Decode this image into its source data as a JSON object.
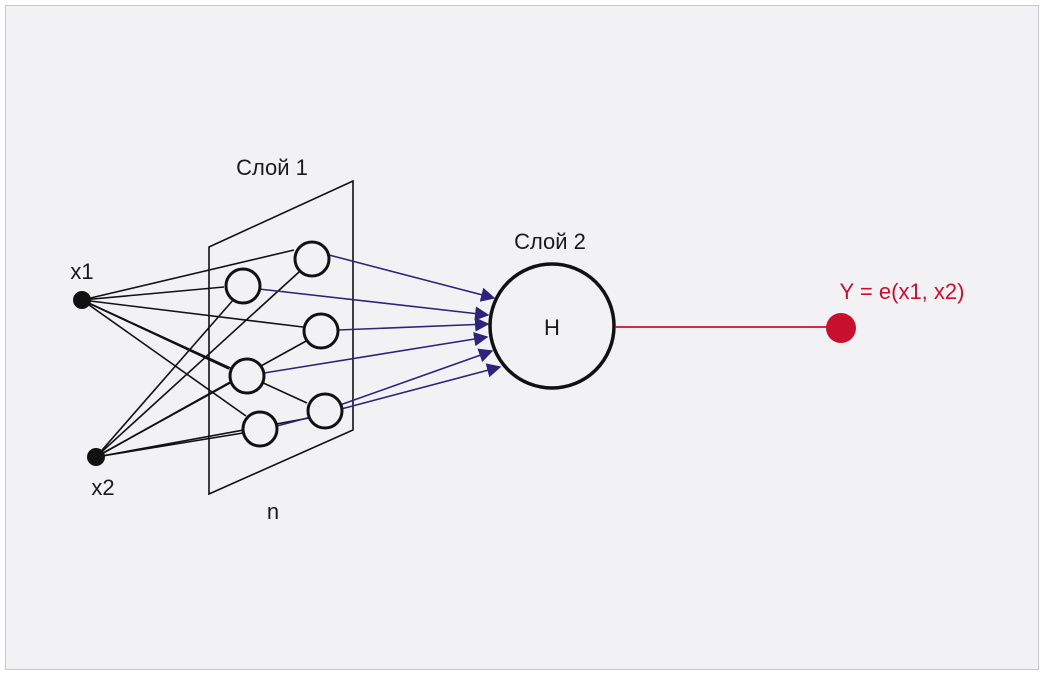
{
  "labels": {
    "layer1": "Слой 1",
    "layer2": "Слой 2",
    "input1": "x1",
    "input2": "x2",
    "n": "n",
    "hidden": "H",
    "output": "Y = e(x1, x2)"
  },
  "colors": {
    "background": "#f2f2f5",
    "black_lines": "#111111",
    "arrows": "#2e237a",
    "output": "#c8102e"
  }
}
